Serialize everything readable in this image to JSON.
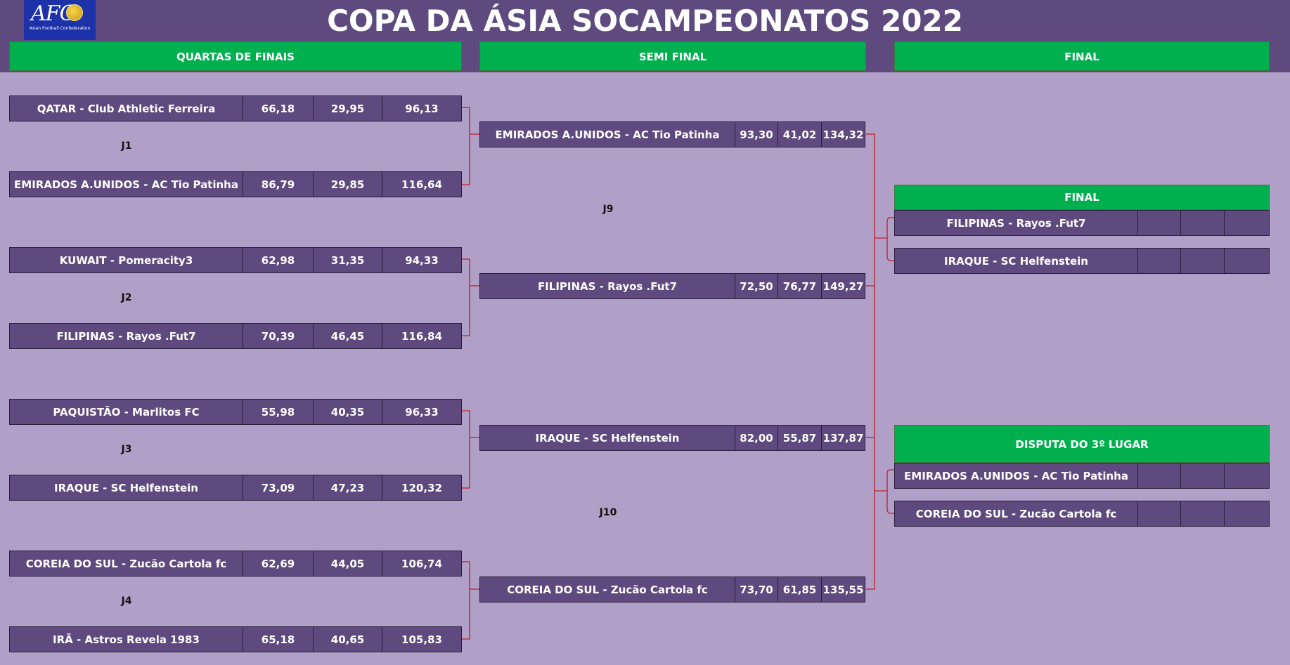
{
  "title": "COPA DA ÁSIA SOCAMPEONATOS  2022",
  "logo": {
    "mark": "AFC",
    "subtitle": "Asian Football Confederation"
  },
  "stages": {
    "quarters": "QUARTAS DE FINAIS",
    "semi": "SEMI FINAL",
    "final": "FINAL"
  },
  "quarterfinals": [
    {
      "label": "J1",
      "teams": [
        {
          "name": "QATAR - Club Athletic Ferreira",
          "s1": "66,18",
          "s2": "29,95",
          "total": "96,13"
        },
        {
          "name": "EMIRADOS A.UNIDOS - AC Tio Patinha",
          "s1": "86,79",
          "s2": "29,85",
          "total": "116,64"
        }
      ]
    },
    {
      "label": "J2",
      "teams": [
        {
          "name": "KUWAIT - Pomeracity3",
          "s1": "62,98",
          "s2": "31,35",
          "total": "94,33"
        },
        {
          "name": "FILIPINAS - Rayos .Fut7",
          "s1": "70,39",
          "s2": "46,45",
          "total": "116,84"
        }
      ]
    },
    {
      "label": "J3",
      "teams": [
        {
          "name": "PAQUISTÃO - Marlitos FC",
          "s1": "55,98",
          "s2": "40,35",
          "total": "96,33"
        },
        {
          "name": "IRAQUE - SC Helfenstein",
          "s1": "73,09",
          "s2": "47,23",
          "total": "120,32"
        }
      ]
    },
    {
      "label": "J4",
      "teams": [
        {
          "name": "COREIA DO SUL - Zucão Cartola fc",
          "s1": "62,69",
          "s2": "44,05",
          "total": "106,74"
        },
        {
          "name": "IRÃ - Astros Revela 1983",
          "s1": "65,18",
          "s2": "40,65",
          "total": "105,83"
        }
      ]
    }
  ],
  "semifinals": [
    {
      "label": "J9",
      "teams": [
        {
          "name": "EMIRADOS A.UNIDOS - AC Tio Patinha",
          "s1": "93,30",
          "s2": "41,02",
          "total": "134,32"
        },
        {
          "name": "FILIPINAS - Rayos .Fut7",
          "s1": "72,50",
          "s2": "76,77",
          "total": "149,27"
        }
      ]
    },
    {
      "label": "J10",
      "teams": [
        {
          "name": "IRAQUE - SC Helfenstein",
          "s1": "82,00",
          "s2": "55,87",
          "total": "137,87"
        },
        {
          "name": "COREIA DO SUL - Zucão Cartola fc",
          "s1": "73,70",
          "s2": "61,85",
          "total": "135,55"
        }
      ]
    }
  ],
  "final_match": {
    "header": "FINAL",
    "teams": [
      {
        "name": "FILIPINAS - Rayos .Fut7",
        "s1": "",
        "s2": "",
        "total": ""
      },
      {
        "name": "IRAQUE - SC Helfenstein",
        "s1": "",
        "s2": "",
        "total": ""
      }
    ]
  },
  "third_place": {
    "header": "DISPUTA DO 3º LUGAR",
    "teams": [
      {
        "name": "EMIRADOS A.UNIDOS - AC Tio Patinha",
        "s1": "",
        "s2": "",
        "total": ""
      },
      {
        "name": "COREIA DO SUL - Zucão Cartola fc",
        "s1": "",
        "s2": "",
        "total": ""
      }
    ]
  },
  "colors": {
    "background": "#b09fc6",
    "cell": "#5e4a7e",
    "header_green": "#00b04f",
    "connector": "#c0202a",
    "logo_blue": "#1d32a8"
  }
}
